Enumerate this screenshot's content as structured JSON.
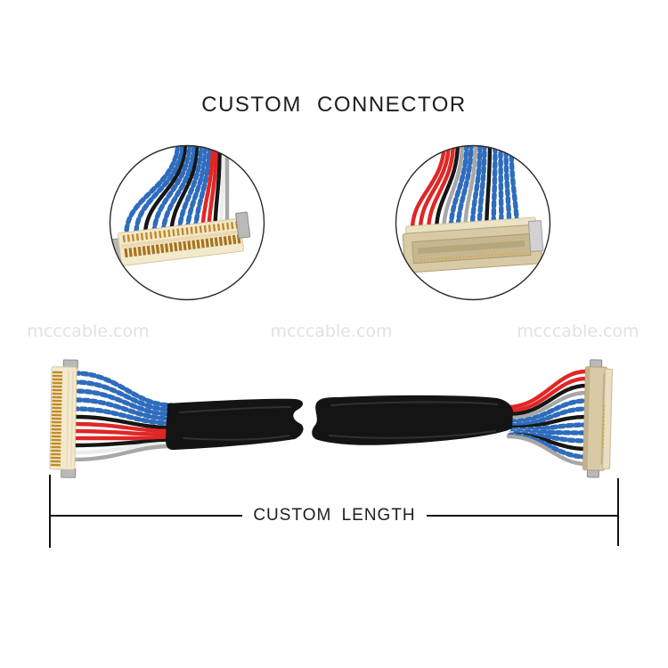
{
  "page": {
    "background": "#ffffff"
  },
  "header": {
    "title": "CUSTOM CONNECTOR"
  },
  "watermark": {
    "text": "mcccable.com"
  },
  "dimension": {
    "label": "CUSTOM LENGTH"
  },
  "colors": {
    "bg": "#ffffff",
    "text": "#1d1d1d",
    "watermark": "#e2e2e2",
    "line": "#111111",
    "circle_border": "#2a2a2a",
    "wire_blue": "#2e6cbd",
    "wire_red": "#df2726",
    "wire_black": "#161616",
    "wire_white": "#ececec",
    "wire_gray": "#a7a7a7",
    "connector_cream": "#f3e9cd",
    "connector_tan": "#d8caa5",
    "pin_gold": "#c08a28",
    "pin_gold_dark": "#a8731c",
    "metal": "#b9b9b9",
    "sleeve": "#141414"
  }
}
